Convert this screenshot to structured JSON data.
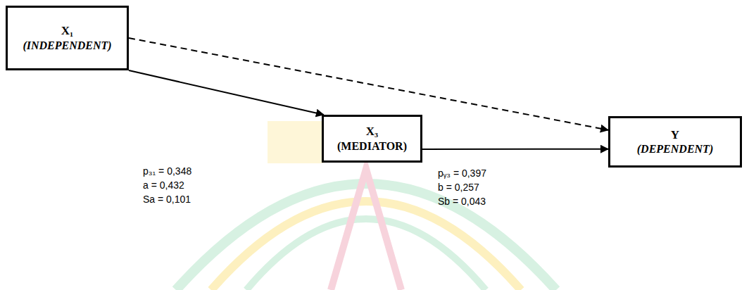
{
  "diagram": {
    "nodes": [
      {
        "text": [
          "X₁",
          "(INDEPENDENT)"
        ]
      },
      {
        "text": [
          "X₃",
          "(MEDIATOR)"
        ]
      },
      {
        "text": [
          "Y",
          "(DEPENDENT)"
        ]
      }
    ],
    "edges": [
      {
        "from": 0,
        "to": 1,
        "arrow": "to"
      },
      {
        "from": 1,
        "to": 2,
        "arrow": "to"
      },
      {
        "from": 0,
        "to": 2,
        "arrow": "to"
      }
    ],
    "labels": [
      "p₃₁ = 0,348",
      "a = 0,432",
      "Sa = 0,101",
      "pᵧ₃ = 0,397",
      "b = 0,257",
      "Sb = 0,043"
    ]
  }
}
